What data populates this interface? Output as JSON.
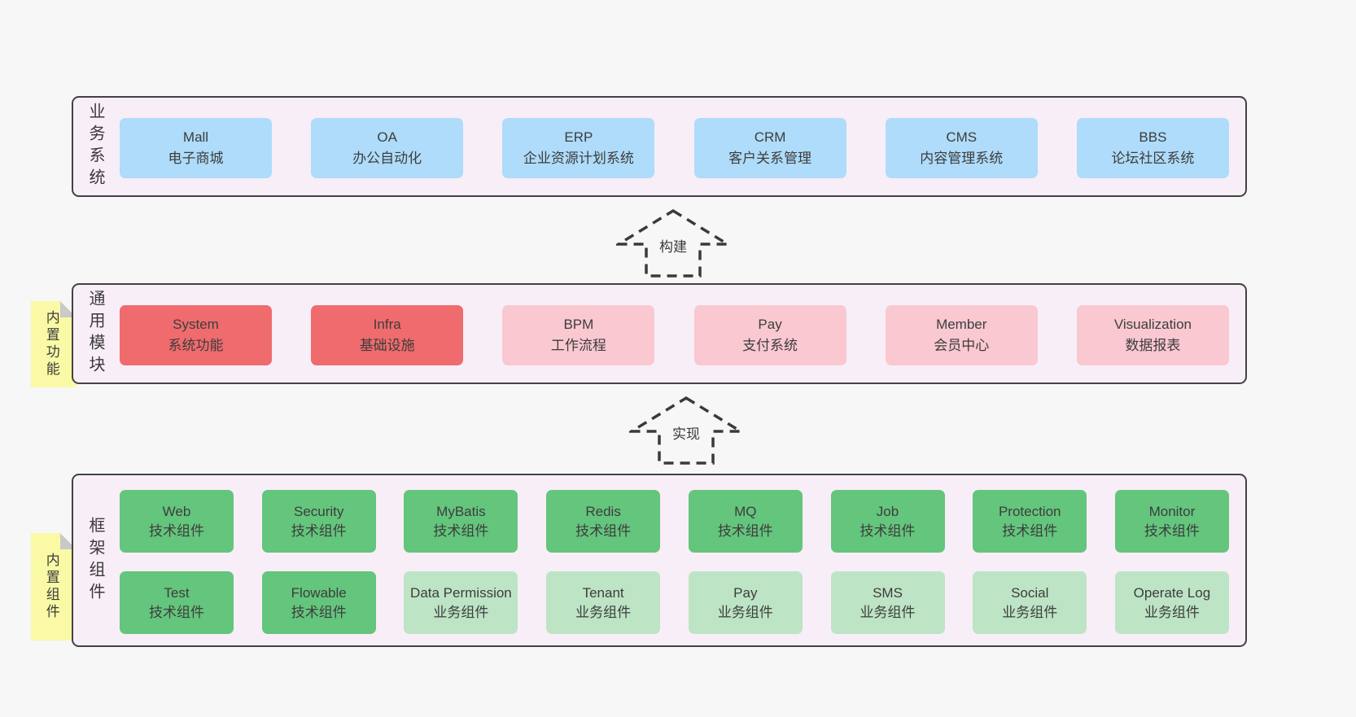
{
  "palette": {
    "page_bg": "#f7f7f7",
    "container_bg": "#f8eef7",
    "container_border": "#424242",
    "blue": "#aedcfa",
    "red": "#ef6b6d",
    "pink": "#f9c8d1",
    "green_dark": "#64c57c",
    "green_light": "#bde4c5",
    "sticky_yellow": "#fafaa6",
    "sticky_fold_gray": "#c9c9c9",
    "text": "#3d3d3d"
  },
  "arrows": [
    {
      "label": "构建"
    },
    {
      "label": "实现"
    }
  ],
  "sections": [
    {
      "label": "业务系统",
      "boxes": [
        {
          "en": "Mall",
          "cn": "电子商城",
          "color": "blue"
        },
        {
          "en": "OA",
          "cn": "办公自动化",
          "color": "blue"
        },
        {
          "en": "ERP",
          "cn": "企业资源计划系统",
          "color": "blue"
        },
        {
          "en": "CRM",
          "cn": "客户关系管理",
          "color": "blue"
        },
        {
          "en": "CMS",
          "cn": "内容管理系统",
          "color": "blue"
        },
        {
          "en": "BBS",
          "cn": "论坛社区系统",
          "color": "blue"
        }
      ]
    },
    {
      "label": "通用模块",
      "sticky": "内置功能",
      "boxes": [
        {
          "en": "System",
          "cn": "系统功能",
          "color": "red"
        },
        {
          "en": "Infra",
          "cn": "基础设施",
          "color": "red"
        },
        {
          "en": "BPM",
          "cn": "工作流程",
          "color": "pink"
        },
        {
          "en": "Pay",
          "cn": "支付系统",
          "color": "pink"
        },
        {
          "en": "Member",
          "cn": "会员中心",
          "color": "pink"
        },
        {
          "en": "Visualization",
          "cn": "数据报表",
          "color": "pink"
        }
      ]
    },
    {
      "label": "框架组件",
      "sticky": "内置组件",
      "rows": [
        [
          {
            "en": "Web",
            "cn": "技术组件",
            "color": "green_dark"
          },
          {
            "en": "Security",
            "cn": "技术组件",
            "color": "green_dark"
          },
          {
            "en": "MyBatis",
            "cn": "技术组件",
            "color": "green_dark"
          },
          {
            "en": "Redis",
            "cn": "技术组件",
            "color": "green_dark"
          },
          {
            "en": "MQ",
            "cn": "技术组件",
            "color": "green_dark"
          },
          {
            "en": "Job",
            "cn": "技术组件",
            "color": "green_dark"
          },
          {
            "en": "Protection",
            "cn": "技术组件",
            "color": "green_dark"
          },
          {
            "en": "Monitor",
            "cn": "技术组件",
            "color": "green_dark"
          }
        ],
        [
          {
            "en": "Test",
            "cn": "技术组件",
            "color": "green_dark"
          },
          {
            "en": "Flowable",
            "cn": "技术组件",
            "color": "green_dark"
          },
          {
            "en": "Data Permission",
            "cn": "业务组件",
            "color": "green_light"
          },
          {
            "en": "Tenant",
            "cn": "业务组件",
            "color": "green_light"
          },
          {
            "en": "Pay",
            "cn": "业务组件",
            "color": "green_light"
          },
          {
            "en": "SMS",
            "cn": "业务组件",
            "color": "green_light"
          },
          {
            "en": "Social",
            "cn": "业务组件",
            "color": "green_light"
          },
          {
            "en": "Operate Log",
            "cn": "业务组件",
            "color": "green_light"
          }
        ]
      ]
    }
  ]
}
